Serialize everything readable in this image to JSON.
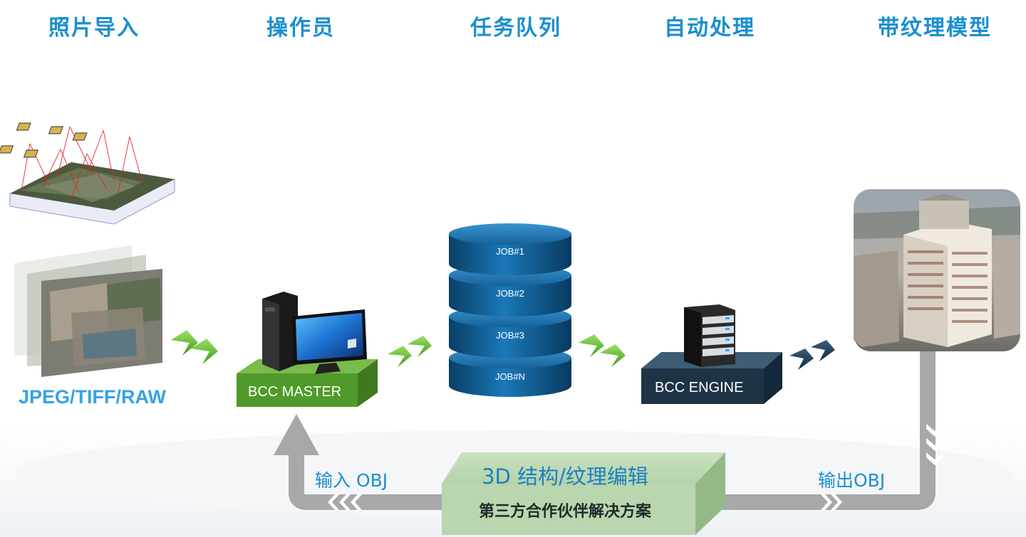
{
  "headers": [
    "照片导入",
    "操作员",
    "任务队列",
    "自动处理",
    "带纹理模型"
  ],
  "input": {
    "formats_label": "JPEG/TIFF/RAW"
  },
  "master": {
    "label": "BCC MASTER"
  },
  "queue": {
    "jobs": [
      "JOB#1",
      "JOB#2",
      "JOB#3",
      "JOB#N"
    ]
  },
  "engine": {
    "label": "BCC ENGINE"
  },
  "loop": {
    "output_label": "输出OBJ",
    "input_label": "输入 OBJ"
  },
  "third_party": {
    "title": "3D 结构/纹理编辑",
    "subtitle": "第三方合作伙伴解决方案"
  },
  "colors": {
    "header": "#1a8fd0",
    "master_green": "#4f9a2a",
    "engine_navy": "#1e3446",
    "queue_blue": "#0f5a8e",
    "loop_gray": "#a8a8a8",
    "third_party_green": "#b9d6ae"
  }
}
